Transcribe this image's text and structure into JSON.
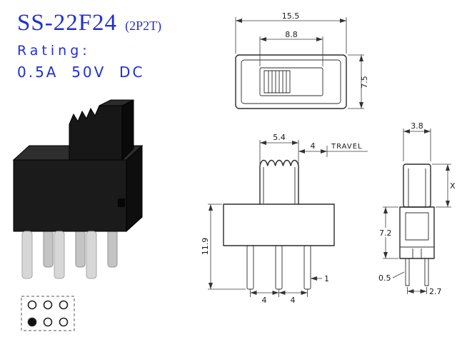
{
  "header": {
    "model": "SS-22F24",
    "variant": "(2P2T)",
    "rating_label": "Rating:",
    "rating_value": "0.5A  50V  DC"
  },
  "top_view": {
    "width": "15.5",
    "slot_width": "8.8",
    "depth": "7.5"
  },
  "front_view": {
    "knob_width": "5.4",
    "travel_value": "4",
    "travel_label": "TRAVEL",
    "overall_height": "11.9",
    "pin_pitch_left": "4",
    "pin_pitch_right": "4",
    "pin_width": "1"
  },
  "side_view": {
    "knob_depth": "3.8",
    "knob_height": "X",
    "body_height": "7.2",
    "pin_thickness": "0.5",
    "pin_row_pitch": "2.7"
  },
  "colors": {
    "accent_blue": "#1f2fd4",
    "line": "#2b2b2b"
  }
}
